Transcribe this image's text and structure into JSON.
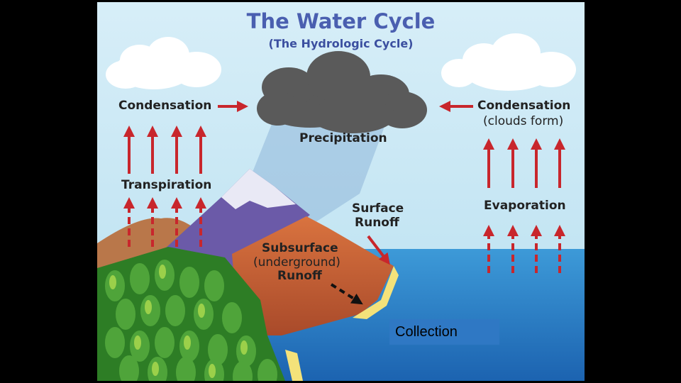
{
  "diagram": {
    "title": "The Water Cycle",
    "subtitle": "(The Hydrologic Cycle)",
    "labels": {
      "condensation_left": "Condensation",
      "condensation_right": "Condensation",
      "clouds_form": "(clouds form)",
      "precipitation": "Precipitation",
      "transpiration": "Transpiration",
      "evaporation": "Evaporation",
      "surface_runoff_1": "Surface",
      "surface_runoff_2": "Runoff",
      "subsurface_1": "Subsurface",
      "subsurface_2": "(underground)",
      "subsurface_3": "Runoff",
      "collection": "Collection"
    },
    "colors": {
      "sky": "#cde9f5",
      "arrow_red": "#c8262c",
      "ocean": "#2a7fc6",
      "mountain": "#6b5aa8",
      "soil": "#c9663a",
      "trees": "#3d9a2e",
      "storm_cloud": "#555555"
    }
  }
}
